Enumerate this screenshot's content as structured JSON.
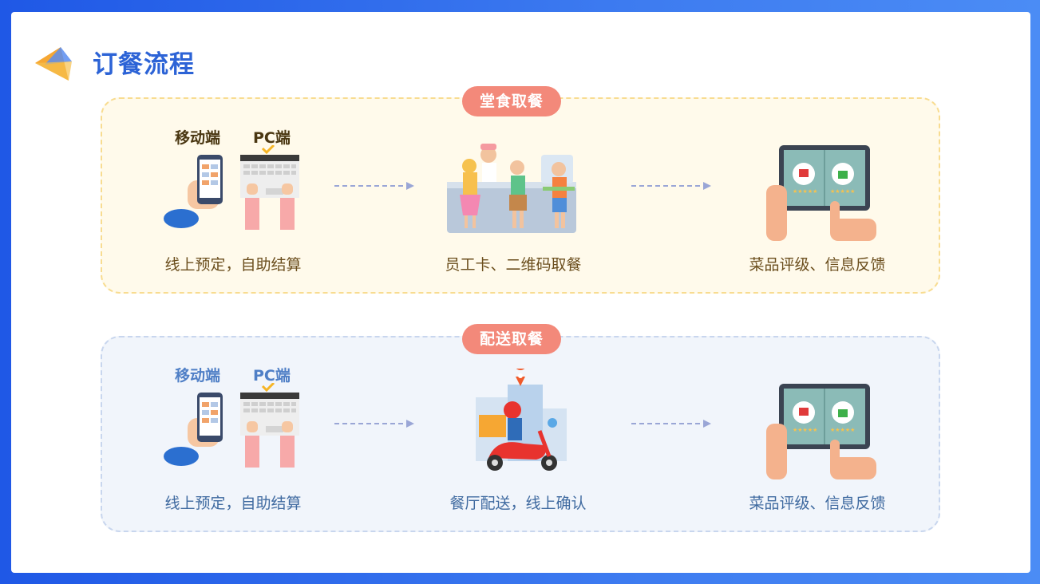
{
  "page": {
    "title": "订餐流程"
  },
  "dine_in": {
    "badge": "堂食取餐",
    "mobile_label": "移动端",
    "pc_label": "PC端",
    "step1_caption": "线上预定，自助结算",
    "step2_caption": "员工卡、二维码取餐",
    "step3_caption": "菜品评级、信息反馈"
  },
  "delivery": {
    "badge": "配送取餐",
    "mobile_label": "移动端",
    "pc_label": "PC端",
    "step1_caption": "线上预定，自助结算",
    "step2_caption": "餐厅配送，线上确认",
    "step3_caption": "菜品评级、信息反馈"
  },
  "colors": {
    "title": "#2c63d6",
    "badge": "#f3897a",
    "dine_bg": "#fffaeb",
    "delivery_bg": "#f1f5fb"
  }
}
